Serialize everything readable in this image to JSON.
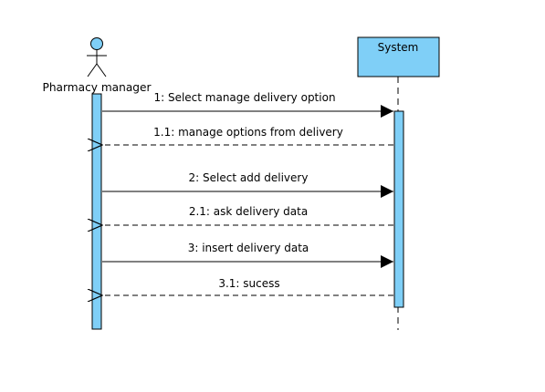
{
  "participants": {
    "actor": {
      "name": "Pharmacy manager",
      "icon": "stick-figure-actor"
    },
    "system": {
      "name": "System"
    }
  },
  "colors": {
    "fill": "#7FCFF7",
    "stroke": "#000000",
    "background": "#FFFFFF"
  },
  "messages": [
    {
      "label": "1: Select manage delivery option",
      "kind": "call",
      "direction": "to-system"
    },
    {
      "label": "1.1: manage options from delivery",
      "kind": "return",
      "direction": "to-actor"
    },
    {
      "label": "2: Select add delivery",
      "kind": "call",
      "direction": "to-system"
    },
    {
      "label": "2.1: ask delivery data",
      "kind": "return",
      "direction": "to-actor"
    },
    {
      "label": "3: insert delivery data",
      "kind": "call",
      "direction": "to-system"
    },
    {
      "label": "3.1: sucess",
      "kind": "return",
      "direction": "to-actor"
    }
  ]
}
